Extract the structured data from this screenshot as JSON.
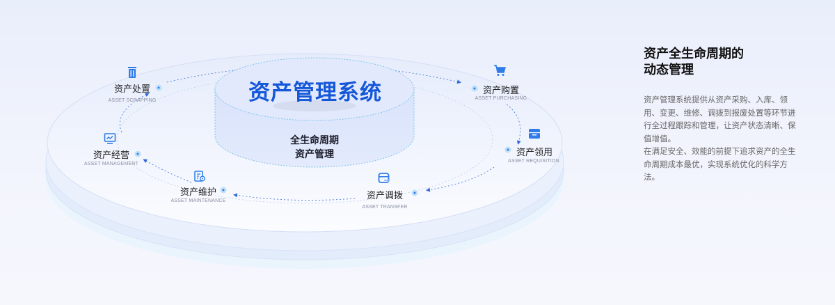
{
  "center": {
    "title": "资产管理系统",
    "subtitle_line1": "全生命周期",
    "subtitle_line2": "资产管理"
  },
  "nodes": [
    {
      "label": "资产处置",
      "en": "ASSET SCRAPPING",
      "icon": "trash-icon"
    },
    {
      "label": "资产购置",
      "en": "ASSET PURCHASING",
      "icon": "cart-icon"
    },
    {
      "label": "资产领用",
      "en": "ASSET REQUISITION",
      "icon": "inbox-icon"
    },
    {
      "label": "资产调拨",
      "en": "ASSET TRANSFER",
      "icon": "transfer-icon"
    },
    {
      "label": "资产维护",
      "en": "ASSET MAINTENANCE",
      "icon": "maintenance-doc-icon"
    },
    {
      "label": "资产经营",
      "en": "ASSET MANAGEMENT",
      "icon": "monitor-chart-icon"
    }
  ],
  "side": {
    "title_line1": "资产全生命周期的",
    "title_line2": "动态管理",
    "para1": "资产管理系统提供从资产采购、入库、领用、变更、维修、调拨到报废处置等环节进行全过程跟踪和管理，让资产状态清晰、保值增值。",
    "para2": "在满足安全、效能的前提下追求资产的全生命周期成本最优，实现系统优化的科学方法。"
  },
  "colors": {
    "accent": "#1457d8",
    "icon": "#2f7be8"
  }
}
